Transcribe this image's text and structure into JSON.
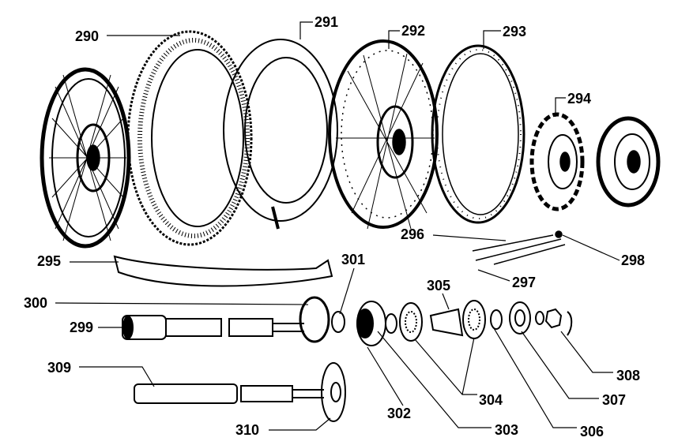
{
  "diagram": {
    "type": "exploded parts view",
    "labels": {
      "p290": "290",
      "p291": "291",
      "p292": "292",
      "p293": "293",
      "p294": "294",
      "p295": "295",
      "p296": "296",
      "p297": "297",
      "p298": "298",
      "p299": "299",
      "p300": "300",
      "p301": "301",
      "p302": "302",
      "p303": "303",
      "p304": "304",
      "p305": "305",
      "p306": "306",
      "p307": "307",
      "p308": "308",
      "p309": "309",
      "p310": "310"
    },
    "colors": {
      "ink": "#000000",
      "background": "#ffffff"
    }
  }
}
